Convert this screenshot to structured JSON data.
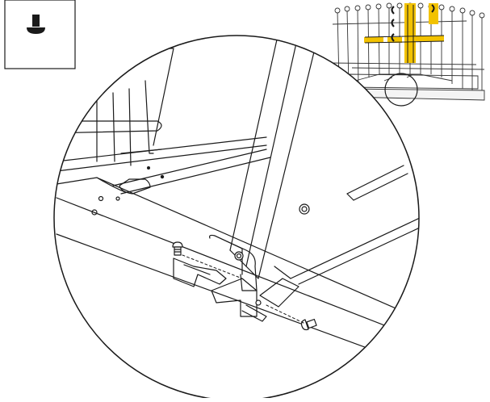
{
  "figure": {
    "kind": "assembly-instruction-step",
    "parts_box": {
      "part_icon": "flat-head-screw-icon",
      "quantity_label": ""
    },
    "overview": {
      "subject": "crib-frame-overview",
      "highlight_color": "#f2c200"
    },
    "detail": {
      "subject": "magnified-bracket-detail",
      "fasteners": [
        "screw-left",
        "screw-right"
      ]
    },
    "line_color": "#1a1a1a"
  }
}
